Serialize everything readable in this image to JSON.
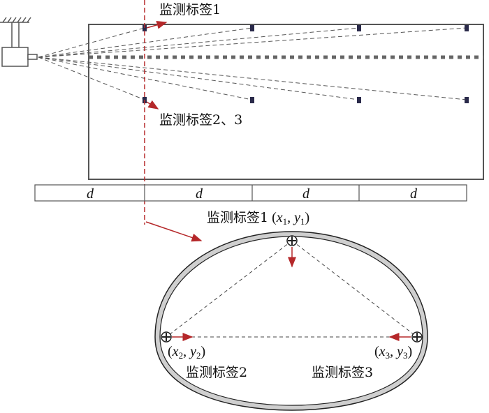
{
  "labels": {
    "tag1_top": "监测标签1",
    "tag23_top": "监测标签2、3",
    "tag1": "监测标签1",
    "tag2": "监测标签2",
    "tag3": "监测标签3",
    "d": "d",
    "coord1": {
      "x": "x",
      "xs": "1",
      "y": "y",
      "ys": "1"
    },
    "coord2": {
      "x": "x",
      "xs": "2",
      "y": "y",
      "ys": "2"
    },
    "coord3": {
      "x": "x",
      "xs": "3",
      "y": "y",
      "ys": "3"
    }
  },
  "colors": {
    "accent": "#b5282a",
    "line": "#555555",
    "tag": "#2a2a4a",
    "lining": "#cfcfcf"
  }
}
